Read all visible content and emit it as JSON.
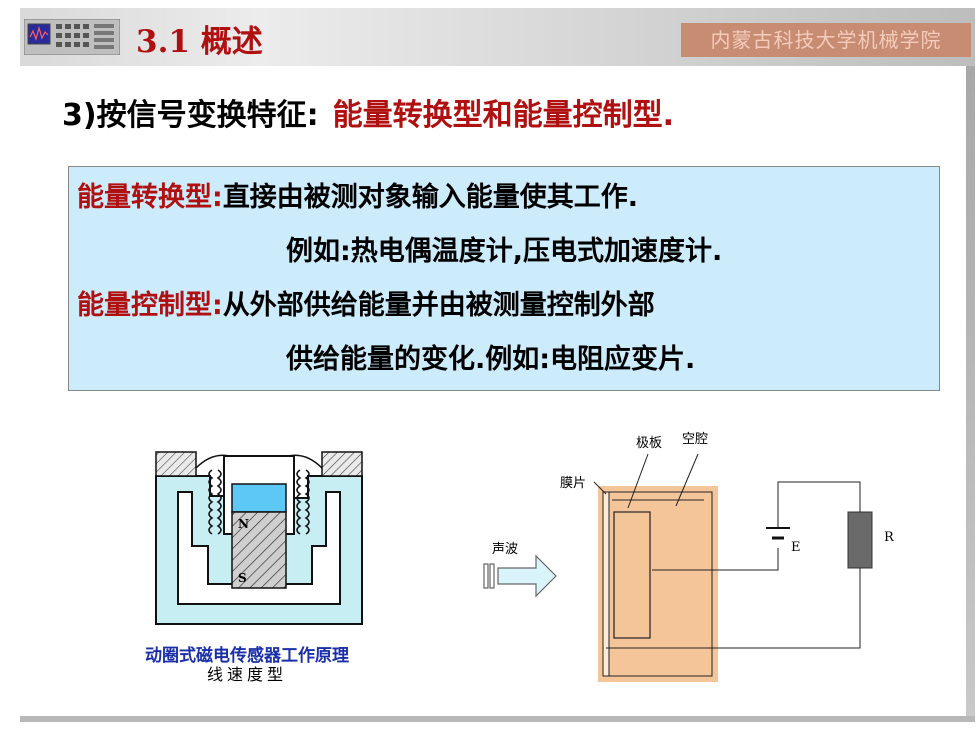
{
  "header": {
    "title": "3.1 概述",
    "institution": "内蒙古科技大学机械学院"
  },
  "heading": {
    "prefix": "3)按信号变换特征:",
    "highlight": "能量转换型和能量控制型."
  },
  "definitions": {
    "conversion_term": "能量转换型:",
    "conversion_line1": "直接由被测对象输入能量使其工作.",
    "conversion_line2": "例如:热电偶温度计,压电式加速度计.",
    "control_term": "能量控制型:",
    "control_line1": "从外部供给能量并由被测量控制外部",
    "control_line2": "供给能量的变化.例如:电阻应变片."
  },
  "left_figure": {
    "pole_n": "N",
    "pole_s": "S",
    "caption": "动圈式磁电传感器工作原理",
    "subcaption": "线速度型"
  },
  "right_figure": {
    "label_plate": "极板",
    "label_cavity": "空腔",
    "label_diaphragm": "膜片",
    "label_sound": "声波",
    "label_e": "E",
    "label_r": "R"
  },
  "colors": {
    "accent_red": "#b01010",
    "box_blue": "#ccecfc",
    "copper": "#f5c59a",
    "caption_blue": "#1a2fa8"
  }
}
